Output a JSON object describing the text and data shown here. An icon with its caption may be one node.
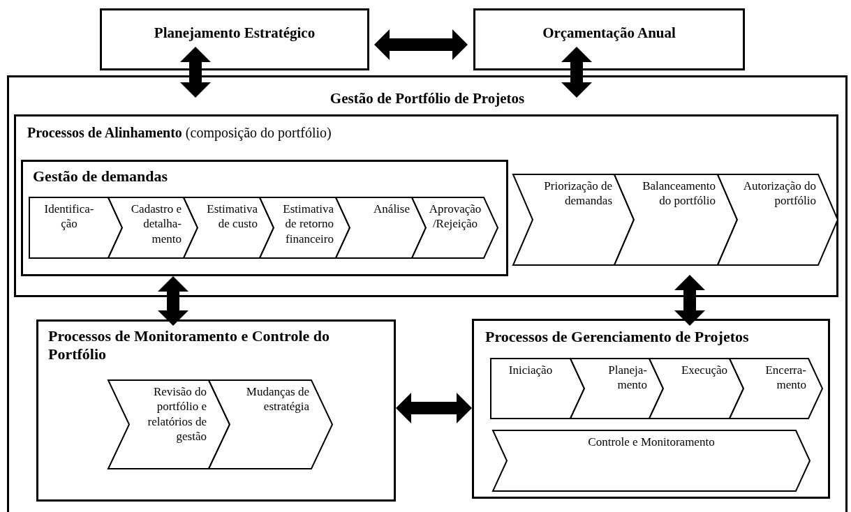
{
  "diagram": {
    "nodes": [
      {
        "text": [
          "Planejamento Estratégico"
        ]
      },
      {
        "text": [
          "Orçamentação Anual"
        ]
      },
      {
        "text": [
          "Gestão de Portfólio de Projetos"
        ]
      },
      {
        "text": [
          "**Processos de Alinhamento** (composição do portfólio)"
        ],
        "in": 2
      },
      {
        "text": [
          "Gestão de demandas"
        ],
        "in": 3
      },
      {
        "text": [
          "Identifica- ção"
        ],
        "in": 4
      },
      {
        "text": [
          "Cadastro e detalha- mento"
        ],
        "in": 4
      },
      {
        "text": [
          "Estimativa de custo"
        ],
        "in": 4
      },
      {
        "text": [
          "Estimativa de retorno financeiro"
        ],
        "in": 4
      },
      {
        "text": [
          "Análise"
        ],
        "in": 4
      },
      {
        "text": [
          "Aprovação /Rejeição"
        ],
        "in": 4
      },
      {
        "text": [
          "Priorização de demandas"
        ],
        "in": 3
      },
      {
        "text": [
          "Balanceamento do portfólio"
        ],
        "in": 3
      },
      {
        "text": [
          "Autorização do portfólio"
        ],
        "in": 3
      },
      {
        "text": [
          "Processos de Monitoramento e Controle do Portfólio"
        ],
        "in": 2
      },
      {
        "text": [
          "Revisão do portfólio e relatórios de gestão"
        ],
        "in": 14
      },
      {
        "text": [
          "Mudanças de estratégia"
        ],
        "in": 14
      },
      {
        "text": [
          "Processos de Gerenciamento de Projetos"
        ],
        "in": 2
      },
      {
        "text": [
          "Iniciação"
        ],
        "in": 17
      },
      {
        "text": [
          "Planeja- mento"
        ],
        "in": 17
      },
      {
        "text": [
          "Execução"
        ],
        "in": 17
      },
      {
        "text": [
          "Encerra- mento"
        ],
        "in": 17
      },
      {
        "text": [
          "Controle e Monitoramento"
        ],
        "in": 17
      }
    ],
    "edges": [
      {
        "from": 0,
        "to": 1,
        "arrow": "both"
      },
      {
        "from": 0,
        "to": 2,
        "arrow": "both"
      },
      {
        "from": 1,
        "to": 2,
        "arrow": "both"
      },
      {
        "from": 4,
        "to": 14,
        "arrow": "both"
      },
      {
        "from": 3,
        "to": 17,
        "arrow": "both"
      },
      {
        "from": 14,
        "to": 17,
        "arrow": "both"
      }
    ]
  }
}
